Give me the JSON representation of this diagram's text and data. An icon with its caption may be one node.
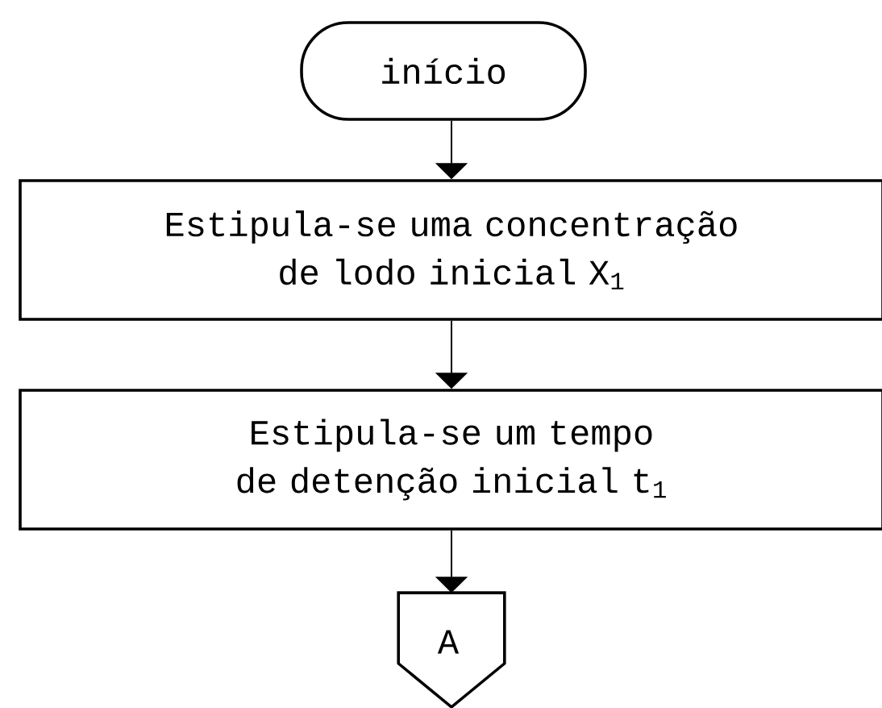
{
  "diagram": {
    "nodes": [
      {
        "text": [
          "início"
        ]
      },
      {
        "text": [
          "Estipula-se uma concentração de lodo inicial X$_{1}$"
        ]
      },
      {
        "text": [
          "Estipula-se um tempo de detenção inicial t$_{1}$"
        ]
      },
      {
        "text": [
          "A"
        ]
      }
    ],
    "edges": [
      {
        "from": 0,
        "to": 1,
        "arrow": "to"
      },
      {
        "from": 1,
        "to": 2,
        "arrow": "to"
      },
      {
        "from": 2,
        "to": 3,
        "arrow": "to"
      }
    ]
  }
}
